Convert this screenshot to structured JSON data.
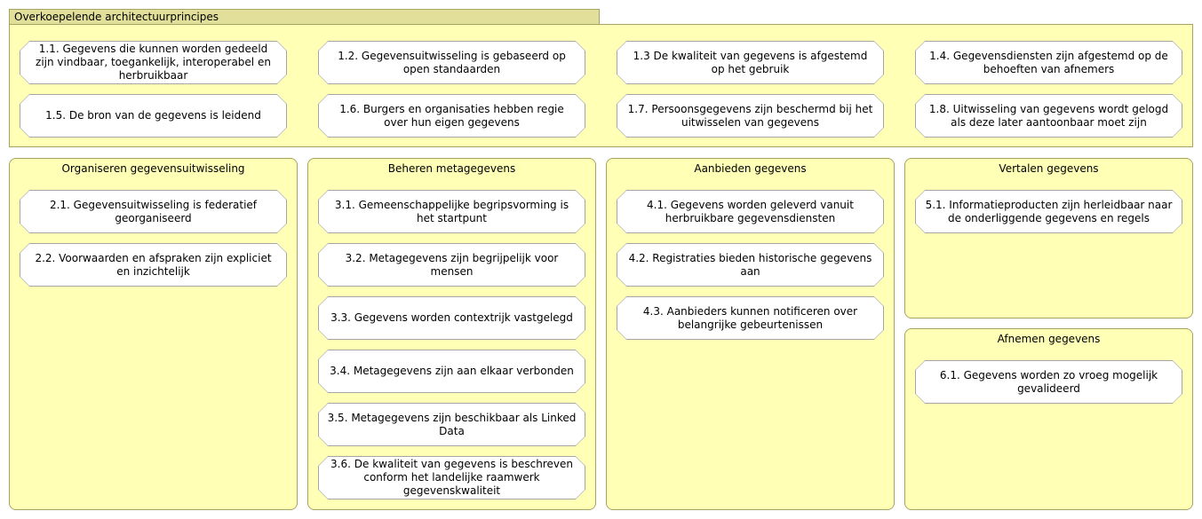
{
  "top_group": {
    "title": "Overkoepelende architectuurprincipes",
    "items": [
      "1.1. Gegevens die kunnen worden gedeeld zijn vindbaar, toegankelijk, interoperabel en herbruikbaar",
      "1.2. Gegevensuitwisseling is gebaseerd op open standaarden",
      "1.3 De kwaliteit van gegevens is afgestemd op het gebruik",
      "1.4. Gegevensdiensten zijn afgestemd op de behoeften van afnemers",
      "1.5. De bron van de gegevens is leidend",
      "1.6. Burgers en organisaties hebben regie over hun eigen gegevens",
      "1.7. Persoonsgegevens zijn beschermd bij het uitwisselen van gegevens",
      "1.8. Uitwisseling van gegevens wordt gelogd als deze later aantoonbaar moet zijn"
    ]
  },
  "groups": {
    "organiseren": {
      "title": "Organiseren gegevensuitwisseling",
      "items": [
        "2.1. Gegevensuitwisseling is federatief georganiseerd",
        "2.2. Voorwaarden en afspraken zijn expliciet en inzichtelijk"
      ]
    },
    "beheren": {
      "title": "Beheren metagegevens",
      "items": [
        "3.1. Gemeenschappelijke begripsvorming is het startpunt",
        "3.2. Metagegevens zijn begrijpelijk voor mensen",
        "3.3. Gegevens worden contextrijk vastgelegd",
        "3.4. Metagegevens zijn aan elkaar verbonden",
        "3.5. Metagegevens zijn beschikbaar als Linked Data",
        "3.6. De kwaliteit van gegevens is beschreven conform het landelijke raamwerk gegevenskwaliteit"
      ]
    },
    "aanbieden": {
      "title": "Aanbieden gegevens",
      "items": [
        "4.1. Gegevens worden geleverd vanuit herbruikbare gegevensdiensten",
        "4.2. Registraties bieden historische gegevens aan",
        "4.3. Aanbieders kunnen notificeren over belangrijke gebeurtenissen"
      ]
    },
    "vertalen": {
      "title": "Vertalen gegevens",
      "items": [
        "5.1. Informatieproducten zijn herleidbaar naar de onderliggende gegevens en regels"
      ]
    },
    "afnemen": {
      "title": "Afnemen gegevens",
      "items": [
        "6.1. Gegevens worden zo vroeg mogelijk gevalideerd"
      ]
    }
  },
  "colors": {
    "group_fill": "#ffffb5",
    "group_border": "#a6a462",
    "tab_fill": "#e1df99",
    "principle_fill": "#ffffff",
    "principle_border": "#a6a6a6"
  }
}
